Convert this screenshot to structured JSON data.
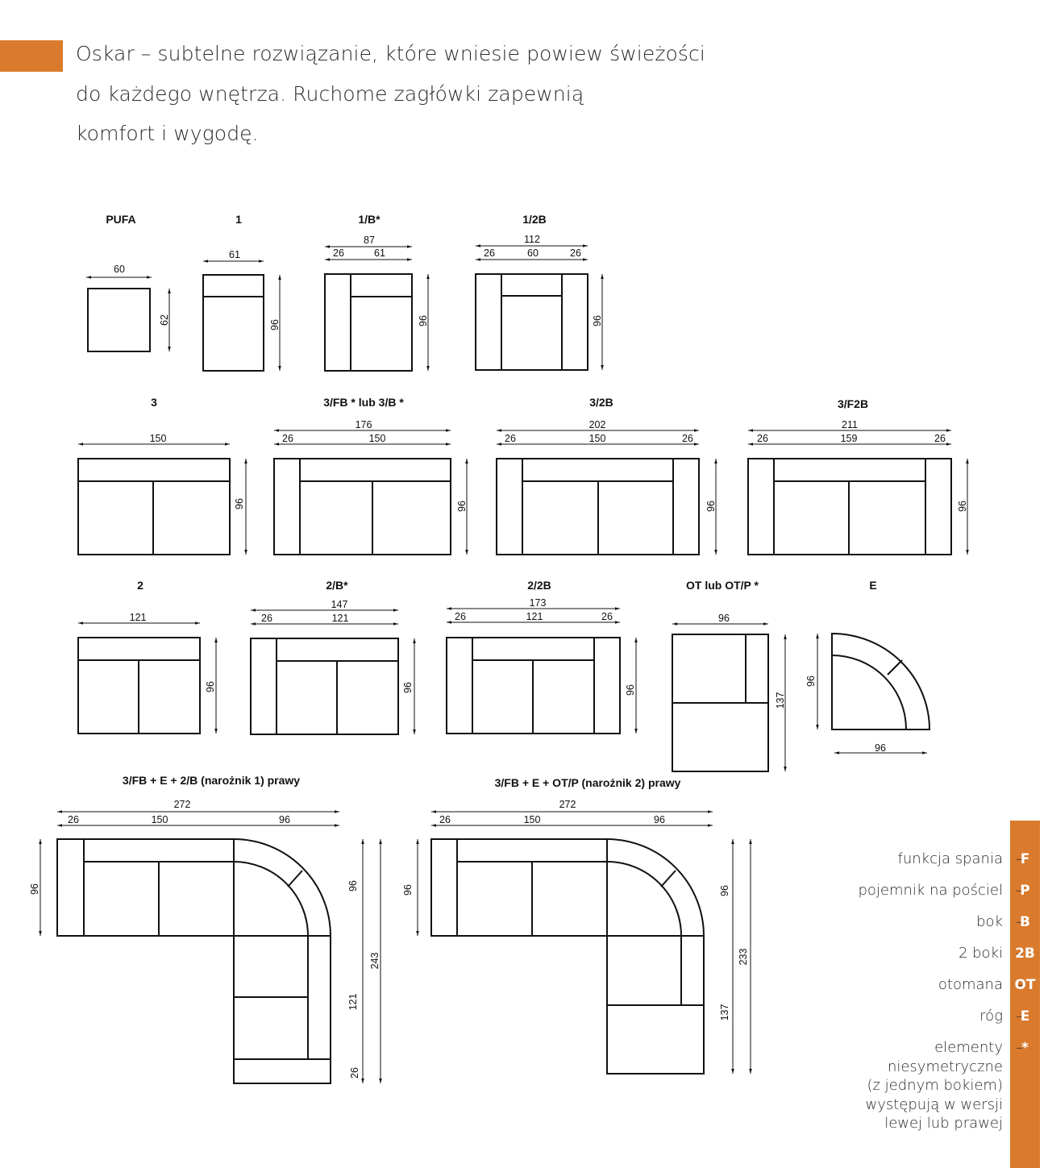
{
  "intro": {
    "lines": [
      "Oskar – subtelne rozwiązanie, które wniesie powiew świeżości",
      "do każdego wnętrza. Ruchome zagłówki zapewnią",
      "komfort i wygodę."
    ]
  },
  "modules": {
    "pufa": {
      "name": "PUFA",
      "width": "60",
      "depth": "62"
    },
    "m1": {
      "name": "1",
      "width": "61",
      "depth": "96"
    },
    "m1b": {
      "name": "1/B*",
      "total": "87",
      "side": "26",
      "seat": "61",
      "depth": "96"
    },
    "m12b": {
      "name": "1/2B",
      "total": "112",
      "side_left": "26",
      "seat": "60",
      "side_right": "26",
      "depth": "96"
    },
    "m3": {
      "name": "3",
      "width": "150",
      "depth": "96"
    },
    "m3fb": {
      "name": "3/FB * lub 3/B *",
      "total": "176",
      "side": "26",
      "seat": "150",
      "depth": "96"
    },
    "m32b": {
      "name": "3/2B",
      "total": "202",
      "side_left": "26",
      "seat": "150",
      "side_right": "26",
      "depth": "96"
    },
    "m3f2b": {
      "name": "3/F2B",
      "total": "211",
      "side_left": "26",
      "seat": "159",
      "side_right": "26",
      "depth": "96"
    },
    "m2": {
      "name": "2",
      "width": "121",
      "depth": "96"
    },
    "m2b": {
      "name": "2/B*",
      "total": "147",
      "side": "26",
      "seat": "121",
      "depth": "96"
    },
    "m22b": {
      "name": "2/2B",
      "total": "173",
      "side_left": "26",
      "seat": "121",
      "side_right": "26",
      "depth": "96"
    },
    "ot": {
      "name": "OT lub OT/P *",
      "width": "96",
      "depth": "137"
    },
    "e": {
      "name": "E",
      "width": "96",
      "depth": "96"
    }
  },
  "corners": {
    "c1": {
      "name": "3/FB + E + 2/B (narożnik 1) prawy",
      "total": "272",
      "side": "26",
      "seat": "150",
      "corner": "96",
      "depth_left": "96",
      "depth_right": "96",
      "leg": "121",
      "end": "26",
      "total_height": "243"
    },
    "c2": {
      "name": "3/FB + E + OT/P (narożnik 2) prawy",
      "total": "272",
      "side": "26",
      "seat": "150",
      "corner": "96",
      "depth_left": "96",
      "depth_right": "96",
      "ot": "137",
      "total_height": "233"
    }
  },
  "legend": [
    {
      "text": "funkcja spania",
      "code": "F"
    },
    {
      "text": "pojemnik na pościel",
      "code": "P"
    },
    {
      "text": "bok",
      "code": "B"
    },
    {
      "text": "2 boki",
      "code": "2B"
    },
    {
      "text": "otomana",
      "code": "OT"
    },
    {
      "text": "róg",
      "code": "E"
    },
    {
      "text": "elementy\nniesymetryczne\n(z jednym bokiem)\nwystępują w wersji\nlewej lub prawej",
      "code": "*"
    }
  ],
  "colors": {
    "accent": "#d97a2c",
    "line": "#111111"
  }
}
